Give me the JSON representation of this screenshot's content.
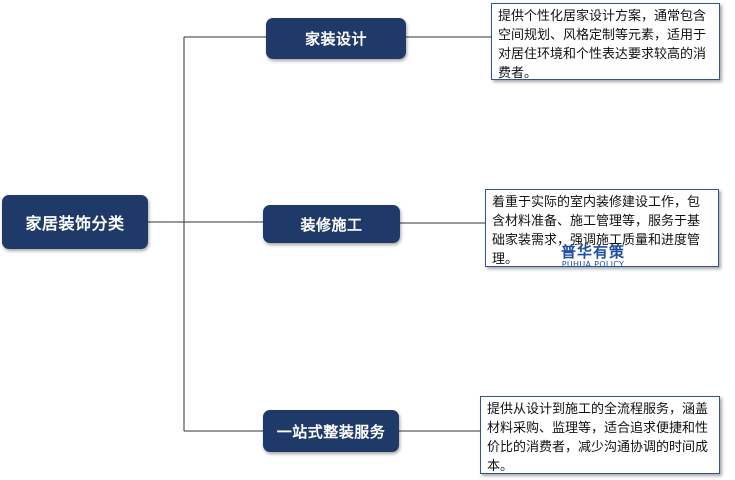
{
  "colors": {
    "node_fill": "#1f3a68",
    "node_text": "#ffffff",
    "box_border": "#2e5597",
    "line": "#333333",
    "watermark": "#1f4fa0"
  },
  "root": {
    "label": "家居装饰分类"
  },
  "branches": [
    {
      "label": "家装设计",
      "description": "提供个性化居家设计方案，通常包含空间规划、风格定制等元素，适用于对居住环境和个性表达要求较高的消费者。"
    },
    {
      "label": "装修施工",
      "description": "着重于实际的室内装修建设工作，包含材料准备、施工管理等，服务于基础家装需求，强调施工质量和进度管理。"
    },
    {
      "label": "一站式整装服务",
      "description": "提供从设计到施工的全流程服务，涵盖材料采购、监理等，适合追求便捷和性价比的消费者，减少沟通协调的时间成本。"
    }
  ],
  "watermark": {
    "main": "普华有策",
    "sub": "PUHUA POLICY"
  }
}
